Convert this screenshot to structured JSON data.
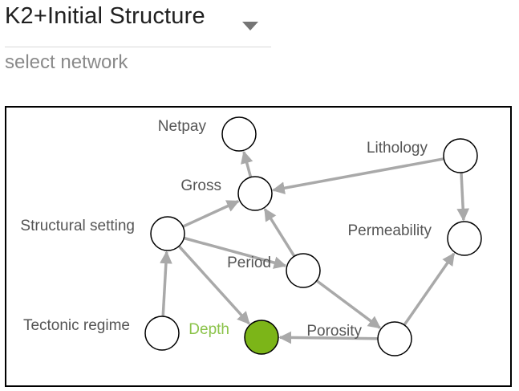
{
  "network_select": {
    "selected": "K2+Initial Structure",
    "hint": "select network"
  },
  "graph": {
    "active_color": "#7cb518",
    "edge_color": "#a9a9a9",
    "nodes": [
      {
        "id": "netpay",
        "label": "Netpay",
        "active": false
      },
      {
        "id": "gross",
        "label": "Gross",
        "active": false
      },
      {
        "id": "lithology",
        "label": "Lithology",
        "active": false
      },
      {
        "id": "structural_setting",
        "label": "Structural setting",
        "active": false
      },
      {
        "id": "permeability",
        "label": "Permeability",
        "active": false
      },
      {
        "id": "period",
        "label": "Period",
        "active": false
      },
      {
        "id": "tectonic_regime",
        "label": "Tectonic regime",
        "active": false
      },
      {
        "id": "depth",
        "label": "Depth",
        "active": true
      },
      {
        "id": "porosity",
        "label": "Porosity",
        "active": false
      }
    ],
    "edges": [
      {
        "from": "gross",
        "to": "netpay"
      },
      {
        "from": "lithology",
        "to": "gross"
      },
      {
        "from": "lithology",
        "to": "permeability"
      },
      {
        "from": "structural_setting",
        "to": "gross"
      },
      {
        "from": "structural_setting",
        "to": "period"
      },
      {
        "from": "structural_setting",
        "to": "depth"
      },
      {
        "from": "tectonic_regime",
        "to": "structural_setting"
      },
      {
        "from": "period",
        "to": "gross"
      },
      {
        "from": "period",
        "to": "porosity"
      },
      {
        "from": "porosity",
        "to": "depth"
      },
      {
        "from": "porosity",
        "to": "permeability"
      }
    ]
  }
}
